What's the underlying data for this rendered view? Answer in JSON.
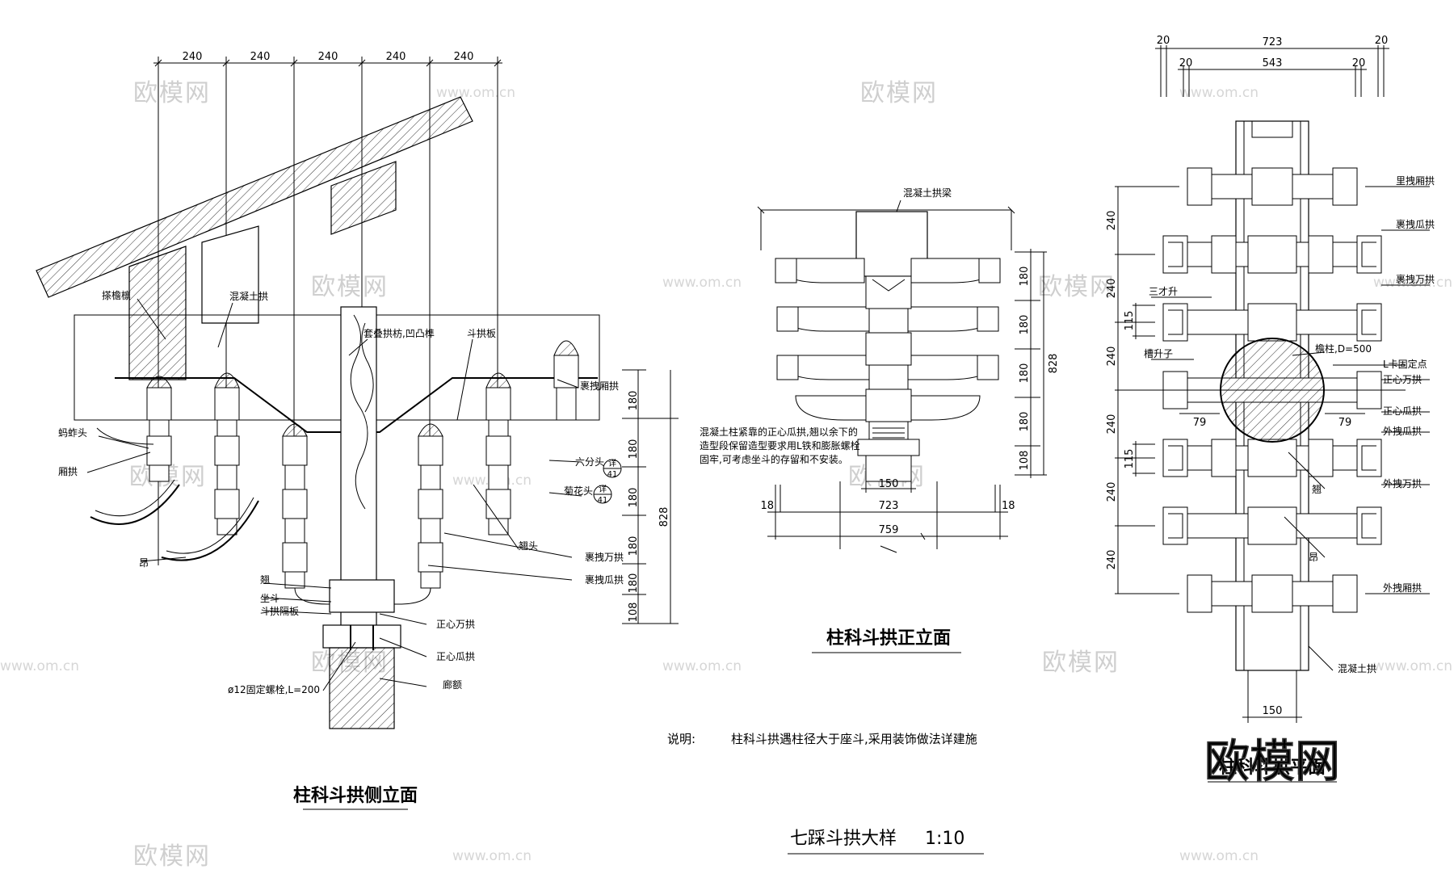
{
  "watermark": {
    "brand": "欧模网",
    "url": "www.om.cn",
    "stamp": "欧模网"
  },
  "side_view": {
    "title": "柱科斗拱侧立面",
    "dims_top": [
      "240",
      "240",
      "240",
      "240",
      "240"
    ],
    "dims_right": [
      "180",
      "180",
      "180",
      "180",
      "180",
      "108"
    ],
    "dim_total": "828",
    "labels": {
      "l1": "搽檐檩",
      "l2": "混凝土拱",
      "l3": "套叠拱枋,凹凸榫",
      "l4": "斗拱板",
      "l5": "裹拽厢拱",
      "l6": "蚂蚱头",
      "l7": "厢拱",
      "l8": "六分头",
      "l9": "菊花头",
      "l10": "翘头",
      "l11": "昂",
      "l12": "翘",
      "l13": "坐斗",
      "l14": "斗拱隔板",
      "l15": "裹拽万拱",
      "l16": "裹拽瓜拱",
      "l17": "正心万拱",
      "l18": "正心瓜拱",
      "l19": "ø12固定螺栓,L=200",
      "l20": "廊额"
    },
    "ref_tags": [
      {
        "top": "详",
        "bottom": "41"
      },
      {
        "top": "详",
        "bottom": "41"
      }
    ]
  },
  "front_view": {
    "title": "柱科斗拱正立面",
    "top_label": "混凝土拱梁",
    "dims_right": [
      "180",
      "180",
      "180",
      "180",
      "108"
    ],
    "dim_total": "828",
    "dims_bottom": {
      "inner": "150",
      "mid": "723",
      "outer": "759",
      "left_gap": "18",
      "right_gap": "18"
    },
    "note_lines": [
      "混凝土柱紧靠的正心瓜拱,翘以余下的",
      "造型段保留造型要求用L铁和膨胀螺栓",
      "固牢,可考虑坐斗的存留和不安装。"
    ]
  },
  "plan_view": {
    "title": "柱科斗拱平面",
    "dims_top": {
      "outer_total": "723",
      "inner_total": "543",
      "o_left": "20",
      "o_right": "20",
      "i_left": "20",
      "i_right": "20"
    },
    "dims_left": [
      "240",
      "240",
      "115",
      "240",
      "240",
      "115",
      "240",
      "240"
    ],
    "labels": {
      "r1": "里拽厢拱",
      "r2": "裹拽瓜拱",
      "r3": "裹拽万拱",
      "r4": "L卡固定点",
      "r5": "正心万拱",
      "r6": "正心瓜拱",
      "r7": "外拽瓜拱",
      "r8": "外拽万拱",
      "r9": "外拽厢拱",
      "r10": "混凝土拱",
      "c1": "檐柱,D=500",
      "c2": "翘",
      "c3": "昂",
      "left1": "三才升",
      "left2": "槽升子",
      "d79a": "79",
      "d79b": "79",
      "bottom": "150"
    }
  },
  "explanation": {
    "label": "说明:",
    "text": "柱科斗拱遇柱径大于座斗,采用装饰做法详建施"
  },
  "main_title": {
    "text": "七踩斗拱大样",
    "scale": "1:10"
  }
}
